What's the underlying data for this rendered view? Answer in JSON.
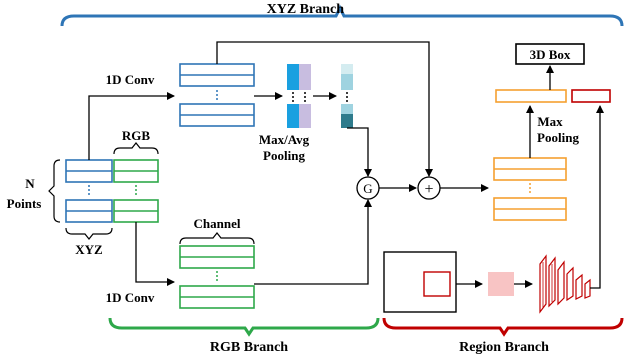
{
  "labels": {
    "xyz_branch": "XYZ Branch",
    "rgb_branch": "RGB Branch",
    "region_branch": "Region Branch",
    "conv_top": "1D Conv",
    "conv_bottom": "1D Conv",
    "rgb": "RGB",
    "xyz": "XYZ",
    "n": "N",
    "points": "Points",
    "channel": "Channel",
    "maxavg_1": "Max/Avg",
    "maxavg_2": "Pooling",
    "box3d": "3D Box",
    "maxpool_1": "Max",
    "maxpool_2": "Pooling",
    "g_op": "G",
    "plus_op": "+"
  },
  "colors": {
    "xyz_blue": "#2e75b6",
    "rgb_green": "#2ea84a",
    "region_red": "#c00000",
    "fused_orange": "#f5a030",
    "pool_cyan": "#1aa0e0",
    "pool_lavender": "#c8bde0",
    "pool_teal_light": "#d4ecf0",
    "pool_teal_dark": "#2e7b8c",
    "roi_pink": "#f8c4c4"
  }
}
